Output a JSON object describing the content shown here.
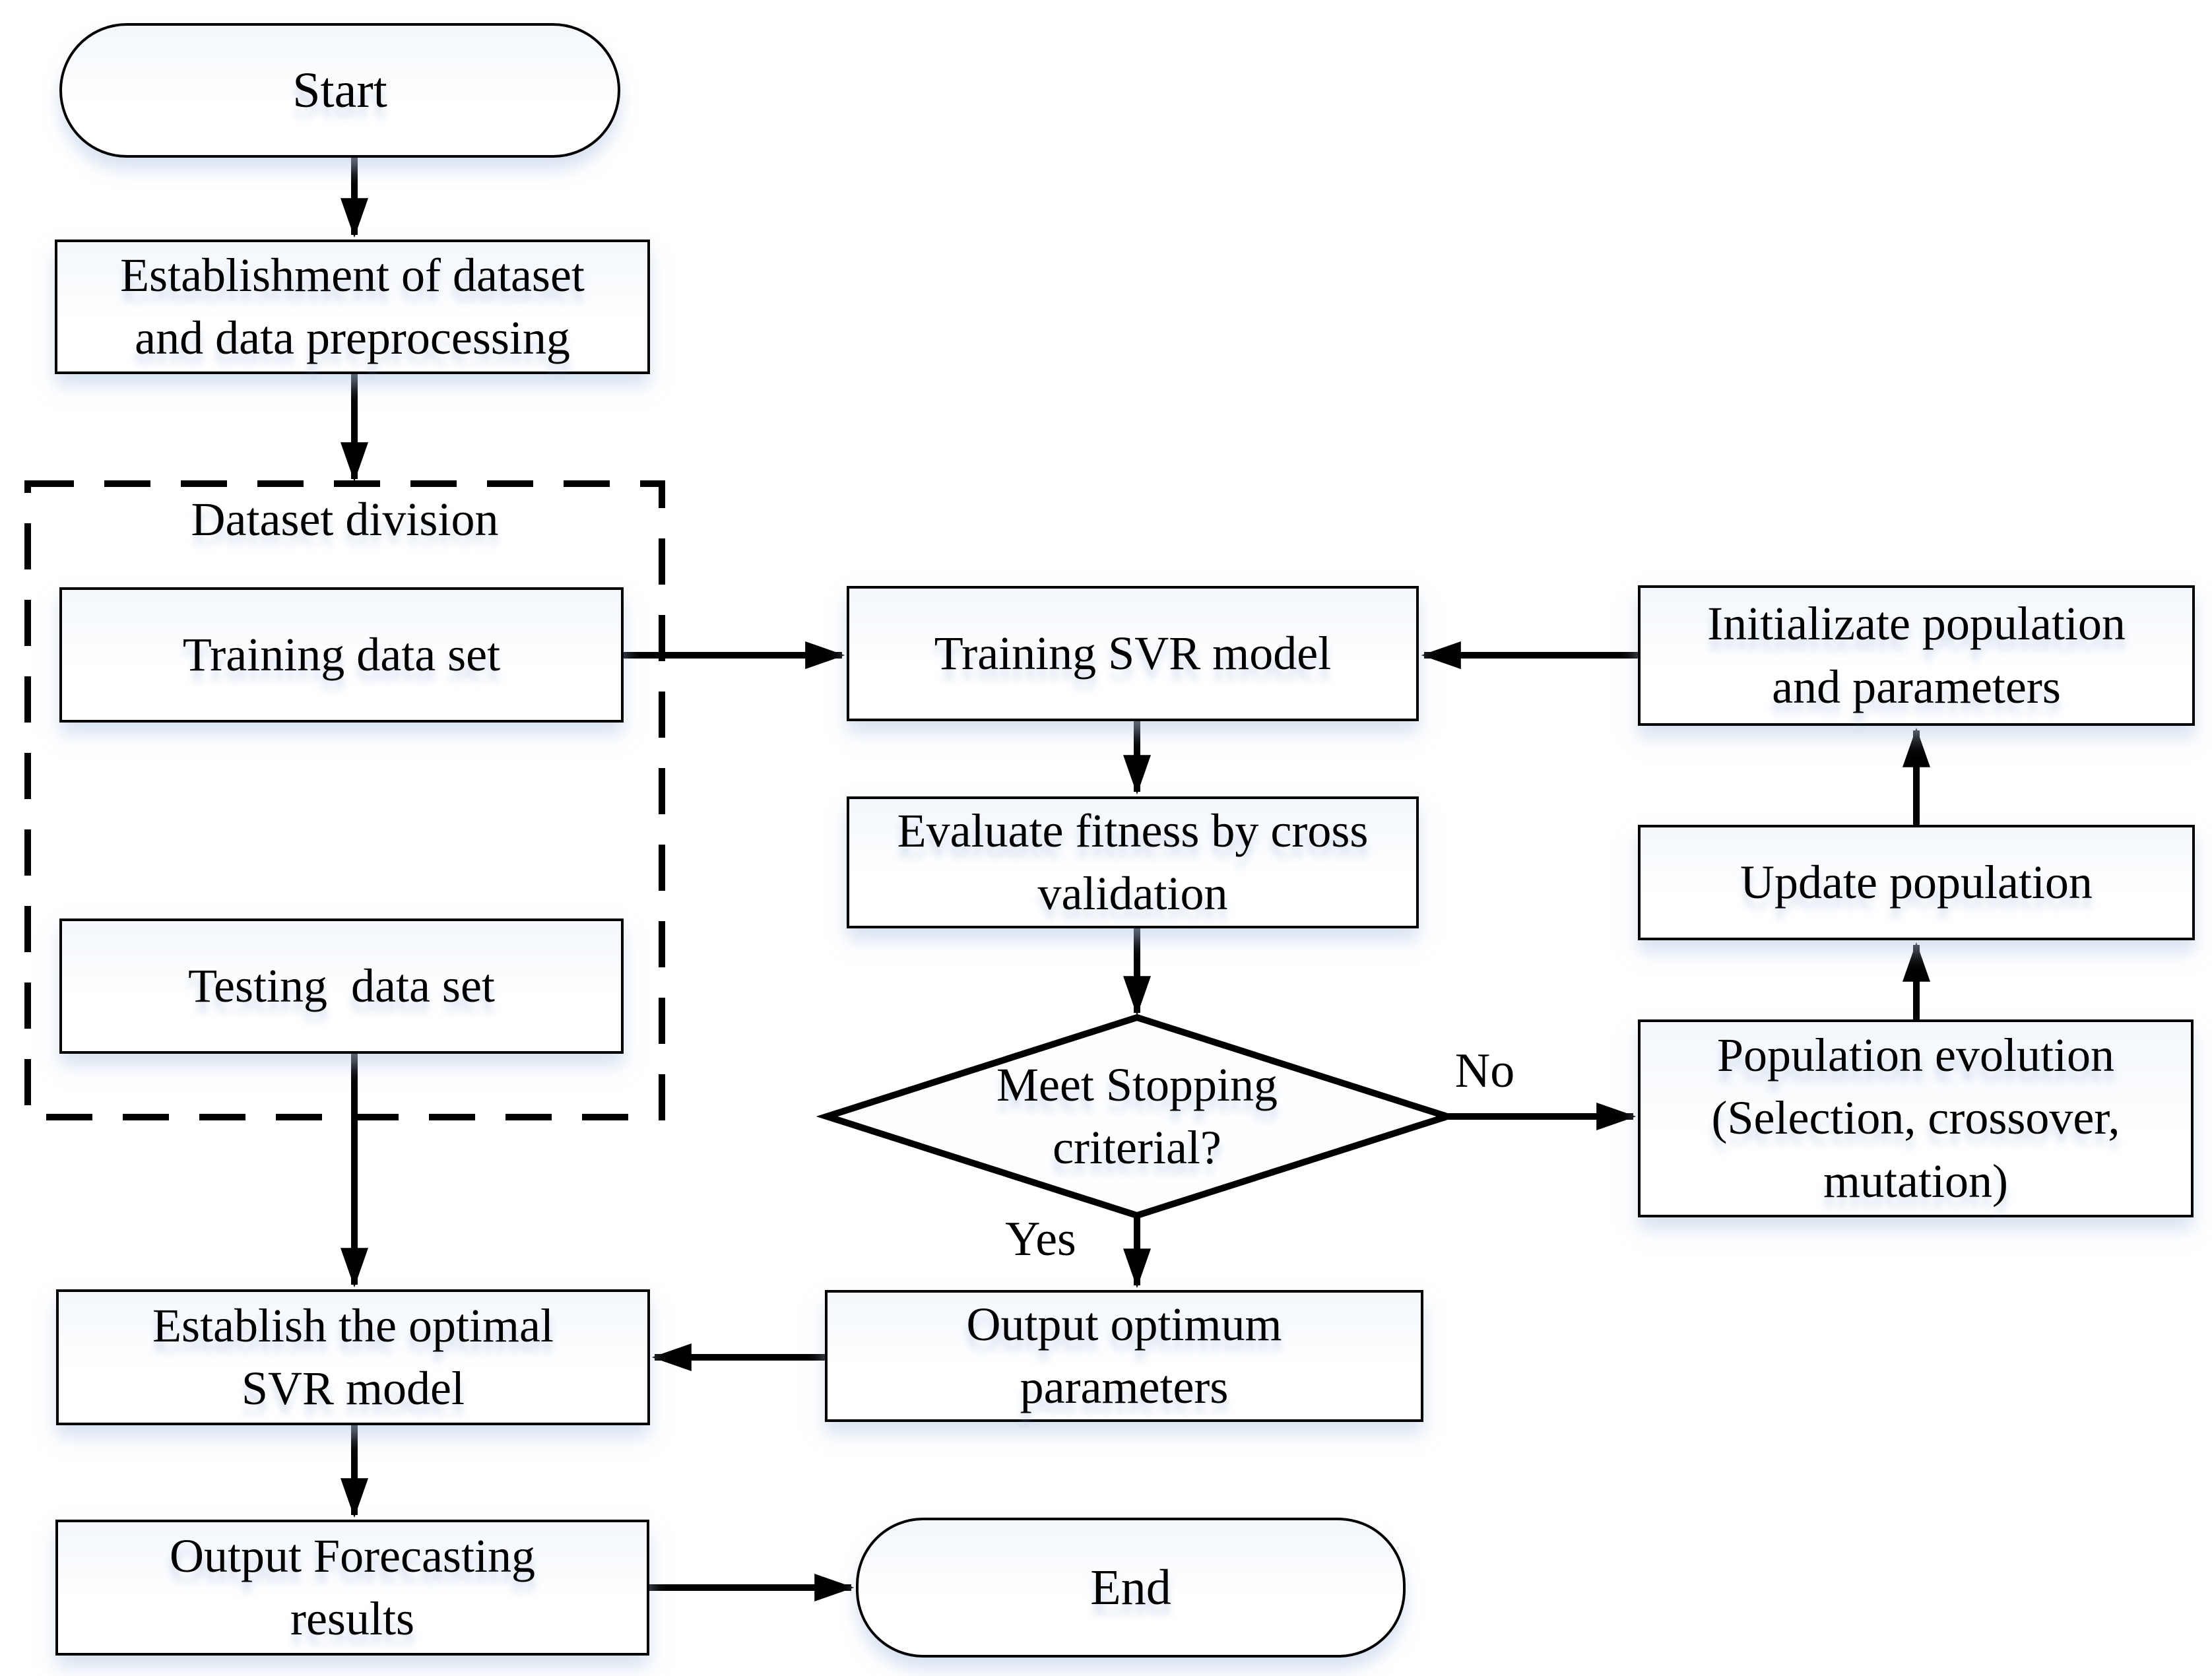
{
  "nodes": {
    "start": "Start",
    "establishment": "Establishment of dataset and data preprocessing",
    "dataset_division": "Dataset division",
    "training_set": "Training data set",
    "testing_set": "Testing  data set",
    "training_svr": "Training SVR model",
    "evaluate_fitness": "Evaluate fitness by cross validation",
    "decision": "Meet Stopping criterial?",
    "output_parameters": "Output optimum parameters",
    "establish_optimal": "Establish the optimal SVR model",
    "output_forecast": "Output Forecasting results",
    "end": "End",
    "initialize_population": "Initializate population and parameters",
    "update_population": "Update population",
    "population_evolution": "Population evolution (Selection, crossover, mutation)"
  },
  "edge_labels": {
    "yes": "Yes",
    "no": "No"
  },
  "colors": {
    "line": "#000000",
    "text": "#000000",
    "node_fill": "#ffffff",
    "background": "#ffffff"
  }
}
